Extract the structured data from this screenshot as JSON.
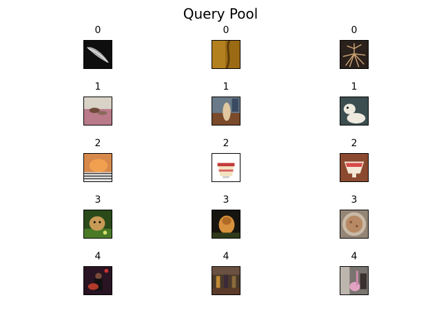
{
  "title": "Query Pool",
  "rows": [
    {
      "label": "0",
      "images": [
        {
          "label": "0",
          "subject": "grayscale-feather",
          "bg": "#0e0e0e",
          "accent": "#d9d9d9"
        },
        {
          "label": "0",
          "subject": "ochre-fabric",
          "bg": "#9b6a14",
          "accent": "#c99529"
        },
        {
          "label": "0",
          "subject": "root-bundle",
          "bg": "#2a201c",
          "accent": "#c9a070"
        }
      ]
    },
    {
      "label": "1",
      "images": [
        {
          "label": "1",
          "subject": "ferrets-on-bed",
          "bg": "#b97a8a",
          "accent": "#6f4a3b"
        },
        {
          "label": "1",
          "subject": "ferret-on-seat",
          "bg": "#6a7a88",
          "accent": "#e0c79f"
        },
        {
          "label": "1",
          "subject": "white-ferret",
          "bg": "#3d4e50",
          "accent": "#efeae0"
        }
      ]
    },
    {
      "label": "2",
      "images": [
        {
          "label": "2",
          "subject": "cake-striped-plate",
          "bg": "#d7894b",
          "accent": "#f1a04f"
        },
        {
          "label": "2",
          "subject": "trifle-white",
          "bg": "#ffffff",
          "accent": "#c43b3b"
        },
        {
          "label": "2",
          "subject": "trifle-bowl",
          "bg": "#8b4a2f",
          "accent": "#d84a48"
        }
      ]
    },
    {
      "label": "3",
      "images": [
        {
          "label": "3",
          "subject": "golden-retriever-grass",
          "bg": "#2a4a1a",
          "accent": "#c79a55"
        },
        {
          "label": "3",
          "subject": "dog-dark",
          "bg": "#17150f",
          "accent": "#d8913d"
        },
        {
          "label": "3",
          "subject": "pizza-plate",
          "bg": "#938677",
          "accent": "#b78a65"
        }
      ]
    },
    {
      "label": "4",
      "images": [
        {
          "label": "4",
          "subject": "guitarist-dark",
          "bg": "#281422",
          "accent": "#7a4a3a"
        },
        {
          "label": "4",
          "subject": "band-stage",
          "bg": "#4a3a2c",
          "accent": "#c28a35"
        },
        {
          "label": "4",
          "subject": "pink-guitar",
          "bg": "#7a7470",
          "accent": "#e1a3c2"
        }
      ]
    }
  ]
}
